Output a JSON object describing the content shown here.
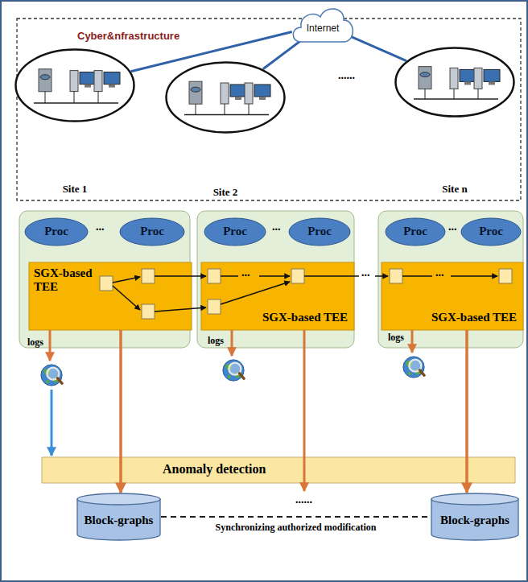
{
  "diagram": {
    "nodes": [
      {
        "text": [
          "Cyber&nfrastructure"
        ]
      },
      {
        "text": [
          "Internet"
        ],
        "in": 0
      },
      {
        "text": [
          "Site 1"
        ],
        "in": 0
      },
      {
        "text": [
          "Site 2"
        ],
        "in": 0
      },
      {
        "text": [
          "Site n"
        ],
        "in": 0
      },
      {
        "text": [
          "Proc"
        ]
      },
      {
        "text": [
          "Proc"
        ]
      },
      {
        "text": [
          "SGX-based TEE"
        ]
      },
      {
        "text": [
          "Proc"
        ]
      },
      {
        "text": [
          "Proc"
        ]
      },
      {
        "text": [
          "SGX-based TEE"
        ]
      },
      {
        "text": [
          "Proc"
        ]
      },
      {
        "text": [
          "Proc"
        ]
      },
      {
        "text": [
          "SGX-based TEE"
        ]
      },
      {
        "text": [
          "Anomaly detection"
        ]
      },
      {
        "text": [
          "Block-graphs"
        ]
      },
      {
        "text": [
          "Block-graphs"
        ]
      }
    ],
    "edges": [
      {
        "from": 1,
        "to": 2,
        "arrow": "none"
      },
      {
        "from": 1,
        "to": 3,
        "arrow": "none"
      },
      {
        "from": 1,
        "to": 4,
        "arrow": "none"
      },
      {
        "from": 7,
        "to": 15,
        "arrow": "to"
      },
      {
        "from": 13,
        "to": 16,
        "arrow": "to"
      },
      {
        "from": 15,
        "to": 16,
        "label": "Synchronizing authorized modification",
        "arrow": "none"
      }
    ],
    "labels": [
      "......",
      "...",
      "...",
      "...",
      "...",
      "...",
      "...",
      "logs",
      "logs",
      "logs",
      "......"
    ]
  }
}
